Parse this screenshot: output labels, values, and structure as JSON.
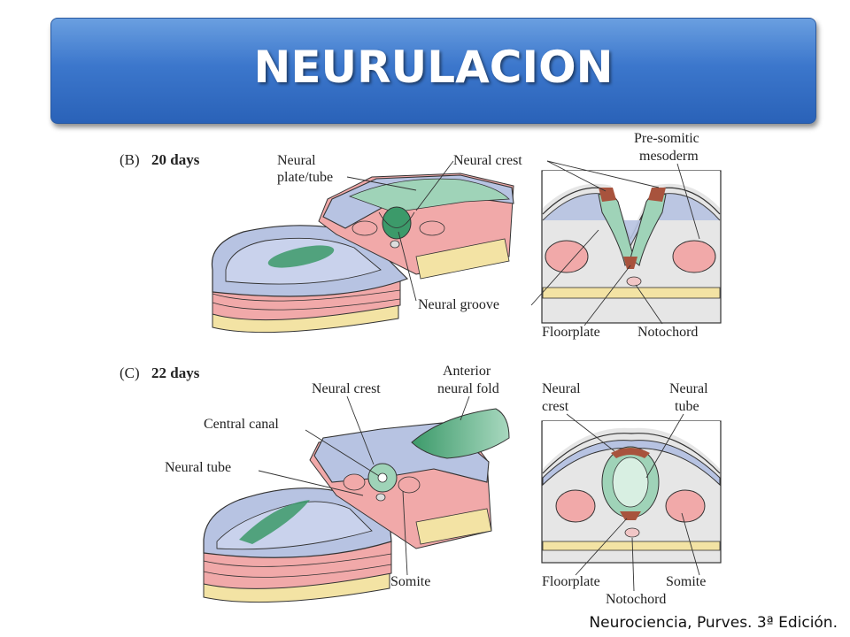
{
  "title": "NEURULACION",
  "credit": "Neurociencia, Purves. 3ª Edición.",
  "panel_b": {
    "letter": "(B)",
    "age": "20 days",
    "labels": {
      "neural_plate_1": "Neural",
      "neural_plate_2": "plate/tube",
      "neural_crest": "Neural crest",
      "presomitic_1": "Pre-somitic",
      "presomitic_2": "mesoderm",
      "neural_groove": "Neural groove",
      "floorplate": "Floorplate",
      "notochord": "Notochord"
    }
  },
  "panel_c": {
    "letter": "(C)",
    "age": "22 days",
    "labels": {
      "anterior_1": "Anterior",
      "anterior_2": "neural fold",
      "neural_crest": "Neural crest",
      "central_canal": "Central canal",
      "neural_tube": "Neural tube",
      "somite": "Somite",
      "xs_crest_1": "Neural",
      "xs_crest_2": "crest",
      "xs_tube_1": "Neural",
      "xs_tube_2": "tube",
      "floorplate": "Floorplate",
      "notochord": "Notochord",
      "xs_somite": "Somite"
    }
  },
  "colors": {
    "title_bg": "#3c77cc",
    "ectoderm": "#b7c3e2",
    "neural_plate": "#9fd3b8",
    "neural_green": "#3c9a6a",
    "mesoderm": "#f1a9a9",
    "endoderm": "#f3e3a4",
    "crest": "#a8533d"
  }
}
